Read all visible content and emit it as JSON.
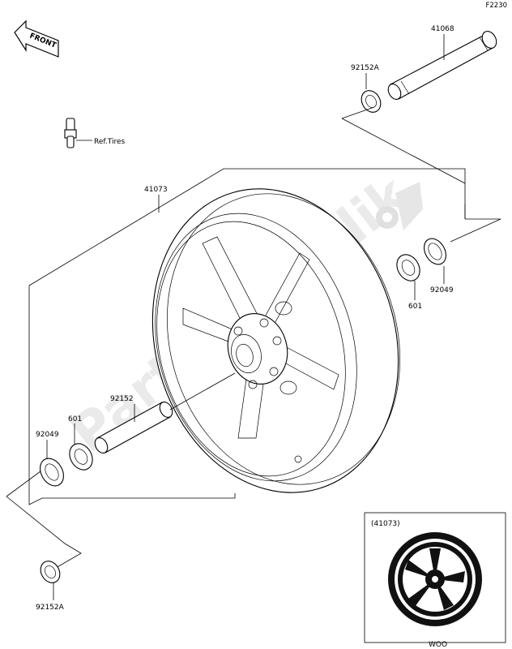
{
  "diagram_code": "F2230",
  "front_badge": "FRONT",
  "parts": [
    {
      "id": "41068",
      "label": "41068"
    },
    {
      "id": "92152A-top",
      "label": "92152A"
    },
    {
      "id": "valve",
      "label": "Ref.Tires"
    },
    {
      "id": "41073",
      "label": "41073"
    },
    {
      "id": "92049-right",
      "label": "92049"
    },
    {
      "id": "601-right",
      "label": "601"
    },
    {
      "id": "92152",
      "label": "92152"
    },
    {
      "id": "601-left",
      "label": "601"
    },
    {
      "id": "92049-left",
      "label": "92049"
    },
    {
      "id": "92152A-bottom",
      "label": "92152A"
    }
  ],
  "inset": {
    "title": "(41073)",
    "caption": "WOO"
  },
  "watermark": "PartsRepublik"
}
